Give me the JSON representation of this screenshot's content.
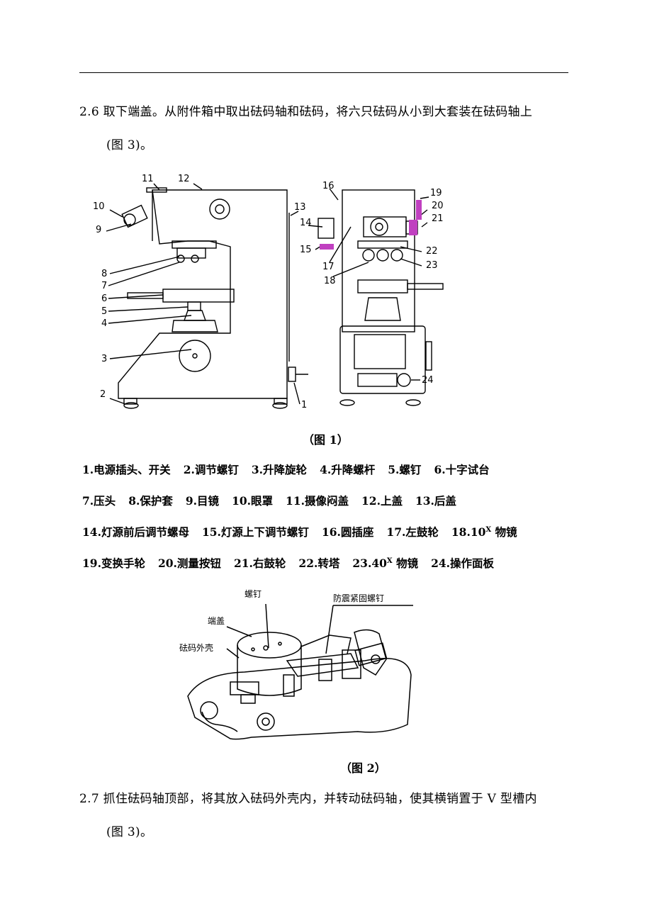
{
  "para_26_line1": "2.6 取下端盖。从附件箱中取出砝码轴和砝码，将六只砝码从小到大套装在砝码轴上",
  "para_26_line2": "(图 3)。",
  "fig1_caption": "（图 1）",
  "fig1_callouts_left": [
    "1",
    "2",
    "3",
    "4",
    "5",
    "6",
    "7",
    "8",
    "9",
    "10",
    "11",
    "12",
    "13"
  ],
  "fig1_callouts_right": [
    "14",
    "15",
    "16",
    "17",
    "18",
    "19",
    "20",
    "21",
    "22",
    "23",
    "24"
  ],
  "legend": {
    "row1": [
      "1.电源插头、开关",
      "2.调节螺钉",
      "3.升降旋轮",
      "4.升降螺杆",
      "5.螺钉",
      "6.十字试台"
    ],
    "row2": [
      "7.压头",
      "8.保护套",
      "9.目镜",
      "10.眼罩",
      "11.摄像闷盖",
      "12.上盖",
      "13.后盖"
    ],
    "row3": [
      "14.灯源前后调节螺母",
      "15.灯源上下调节螺钉",
      "16.圆插座",
      "17.左鼓轮"
    ],
    "row3_last_a": "18.10",
    "row3_last_sup": "X",
    "row3_last_b": " 物镜",
    "row4": [
      "19.变换手轮",
      "20.测量按钮",
      "21.右鼓轮",
      "22.转塔"
    ],
    "row4_obj_a": "23.40",
    "row4_obj_sup": "X",
    "row4_obj_b": " 物镜",
    "row4_last": "24.操作面板"
  },
  "fig2_labels": {
    "screw": "螺钉",
    "antishock": "防震紧固螺钉",
    "cap": "端盖",
    "housing": "砝码外壳"
  },
  "fig2_caption": "（图 2）",
  "para_27_line1": "2.7  抓住砝码轴顶部，将其放入砝码外壳内，并转动砝码轴，使其横销置于 V 型槽内",
  "para_27_line2": "(图 3)。",
  "colors": {
    "accent_magenta": "#c040c0"
  }
}
